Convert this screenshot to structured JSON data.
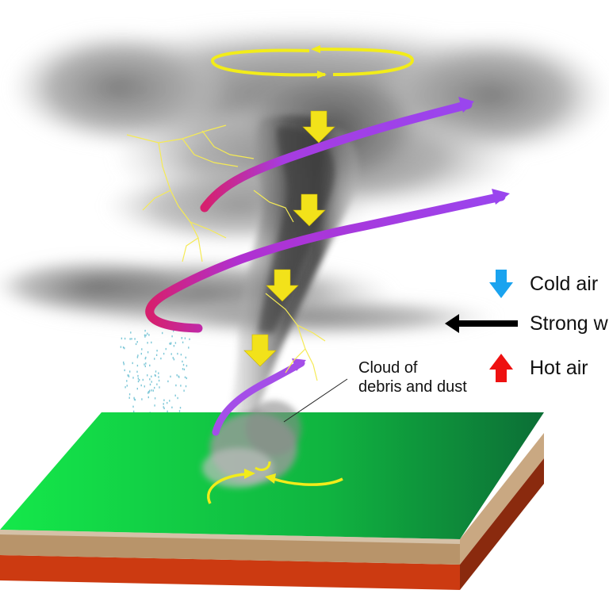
{
  "legend": {
    "cold_air": {
      "label": "Cold air",
      "icon": "down-arrow-icon",
      "color": "#1aa3ef"
    },
    "strong_wind": {
      "label": "Strong w",
      "icon": "left-arrow-icon",
      "color": "#000000"
    },
    "hot_air": {
      "label": "Hot air",
      "icon": "up-arrow-icon",
      "color": "#ee1111"
    }
  },
  "annotation": {
    "line1": "Cloud of",
    "line2": "debris and dust"
  },
  "colors": {
    "grass_light": "#11dd44",
    "grass_dark": "#0e7a3a",
    "soil": "#b8946a",
    "rock": "#cc3a11",
    "spiral_start": "#d6206e",
    "spiral_end": "#9a45ee",
    "cold_arrow": "#f2e21a",
    "rotation": "#f2ec1a",
    "lightning": "#f5ea55"
  }
}
